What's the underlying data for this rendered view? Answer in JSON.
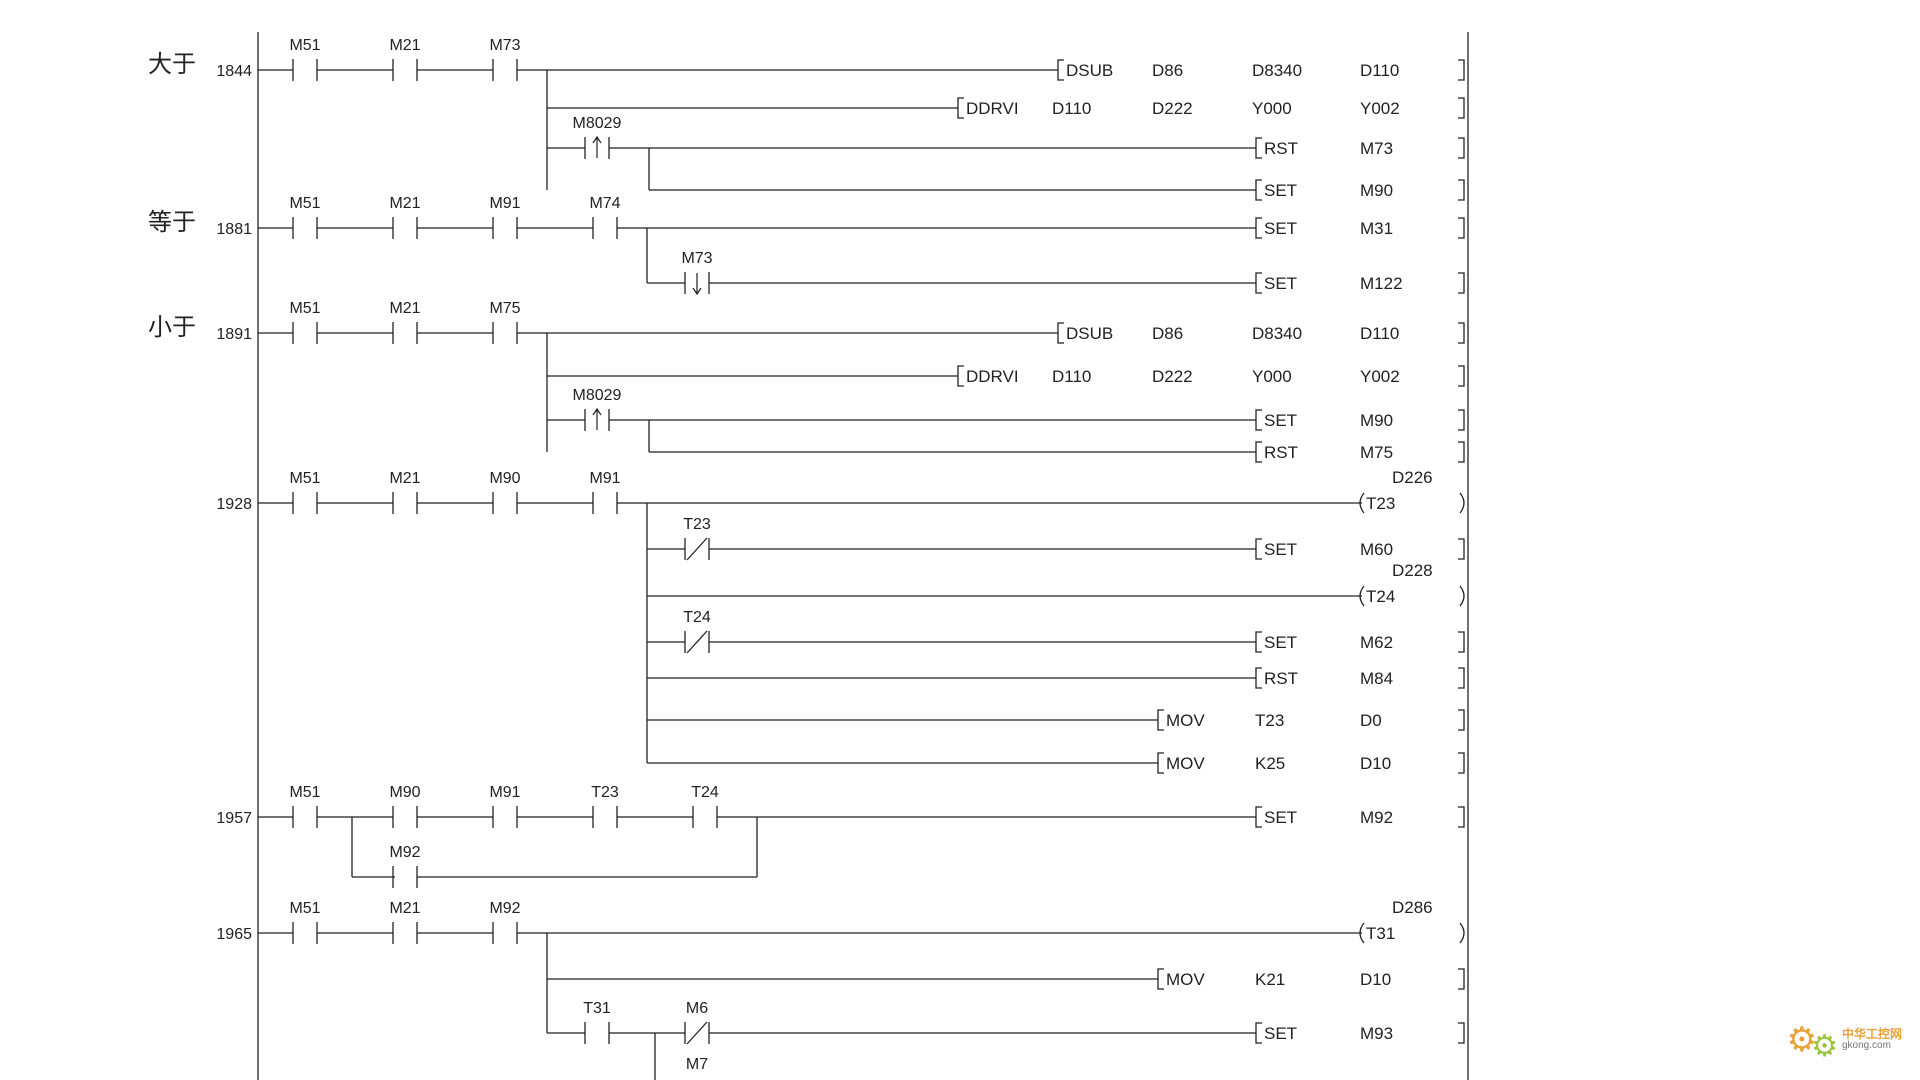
{
  "rungs": [
    {
      "step": "1844",
      "label": "大于",
      "contacts": [
        "M51",
        "M21",
        "M73"
      ],
      "coils": [
        {
          "type": "fn",
          "ops": [
            "DSUB",
            "D86",
            "D8340",
            "D110"
          ]
        },
        {
          "type": "fn",
          "ops": [
            "DDRVI",
            "D110",
            "D222",
            "Y000",
            "Y002"
          ]
        },
        {
          "type": "fn",
          "ops": [
            "RST",
            "M73"
          ],
          "contact": {
            "name": "M8029",
            "kind": "rising"
          }
        },
        {
          "type": "fn",
          "ops": [
            "SET",
            "M90"
          ]
        }
      ]
    },
    {
      "step": "1881",
      "label": "等于",
      "contacts": [
        "M51",
        "M21",
        "M91",
        "M74"
      ],
      "coils": [
        {
          "type": "fn",
          "ops": [
            "SET",
            "M31"
          ]
        },
        {
          "type": "fn",
          "ops": [
            "SET",
            "M122"
          ],
          "contact": {
            "name": "M73",
            "kind": "falling"
          }
        }
      ]
    },
    {
      "step": "1891",
      "label": "小于",
      "contacts": [
        "M51",
        "M21",
        "M75"
      ],
      "coils": [
        {
          "type": "fn",
          "ops": [
            "DSUB",
            "D86",
            "D8340",
            "D110"
          ]
        },
        {
          "type": "fn",
          "ops": [
            "DDRVI",
            "D110",
            "D222",
            "Y000",
            "Y002"
          ]
        },
        {
          "type": "fn",
          "ops": [
            "SET",
            "M90"
          ],
          "contact": {
            "name": "M8029",
            "kind": "rising"
          }
        },
        {
          "type": "fn",
          "ops": [
            "RST",
            "M75"
          ]
        }
      ]
    },
    {
      "step": "1928",
      "label": "",
      "contacts": [
        "M51",
        "M21",
        "M90",
        "M91"
      ],
      "coils": [
        {
          "type": "timer",
          "name": "T23",
          "k": "D226"
        },
        {
          "type": "fn",
          "ops": [
            "SET",
            "M60"
          ],
          "contact": {
            "name": "T23",
            "kind": "nc"
          }
        },
        {
          "type": "timer",
          "name": "T24",
          "k": "D228"
        },
        {
          "type": "fn",
          "ops": [
            "SET",
            "M62"
          ],
          "contact": {
            "name": "T24",
            "kind": "nc"
          }
        },
        {
          "type": "fn",
          "ops": [
            "RST",
            "M84"
          ]
        },
        {
          "type": "fn",
          "ops": [
            "MOV",
            "T23",
            "D0"
          ]
        },
        {
          "type": "fn",
          "ops": [
            "MOV",
            "K25",
            "D10"
          ]
        }
      ]
    },
    {
      "step": "1957",
      "label": "",
      "contacts": [
        "M51",
        "M90",
        "M91",
        "T23",
        "T24"
      ],
      "parallel": {
        "name": "M92"
      },
      "coils": [
        {
          "type": "fn",
          "ops": [
            "SET",
            "M92"
          ]
        }
      ]
    },
    {
      "step": "1965",
      "label": "",
      "contacts": [
        "M51",
        "M21",
        "M92"
      ],
      "coils": [
        {
          "type": "timer",
          "name": "T31",
          "k": "D286"
        },
        {
          "type": "fn",
          "ops": [
            "MOV",
            "K21",
            "D10"
          ]
        },
        {
          "type": "fn",
          "ops": [
            "SET",
            "M93"
          ],
          "contact": {
            "name": "T31",
            "kind": "no"
          },
          "contact2": {
            "name": "M6",
            "kind": "nc"
          },
          "below": "M7"
        }
      ]
    }
  ],
  "watermark": {
    "line1": "中华工控网",
    "line2": "gkong.com"
  }
}
